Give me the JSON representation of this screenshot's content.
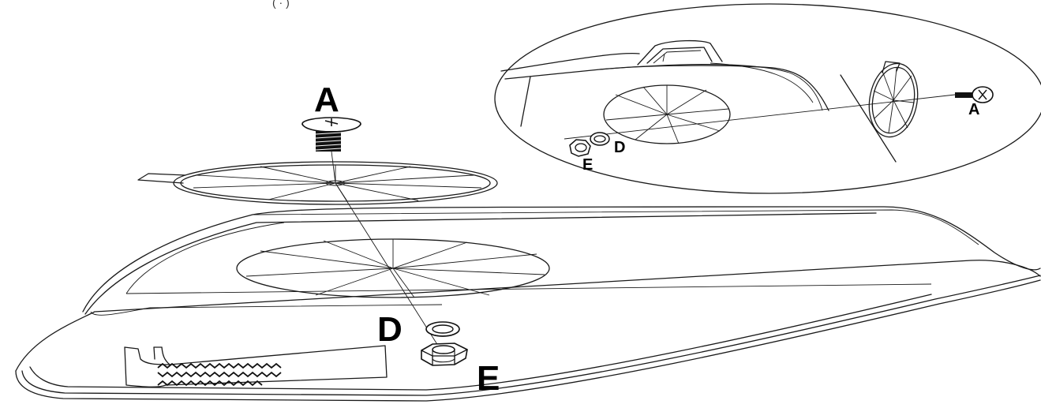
{
  "labels": {
    "screw": "A",
    "washer": "D",
    "nut": "E"
  },
  "inset_labels": {
    "screw": "A",
    "washer": "D",
    "nut": "E"
  },
  "colors": {
    "stroke": "#1a1a1a",
    "background": "#ffffff",
    "screw_fill": "#111111"
  }
}
